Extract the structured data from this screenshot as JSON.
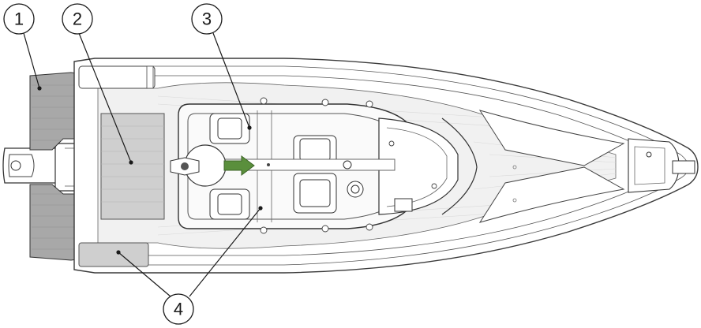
{
  "callouts": [
    {
      "label": "1"
    },
    {
      "label": "2"
    },
    {
      "label": "3"
    },
    {
      "label": "4"
    }
  ],
  "colors": {
    "arrow": "#5a8f3c",
    "mat_dark": "#a8a8a8",
    "mat_light": "#cfcfcf",
    "hull_stroke": "#3a3a3a"
  },
  "icons": {
    "direction": "arrow-right-icon"
  }
}
